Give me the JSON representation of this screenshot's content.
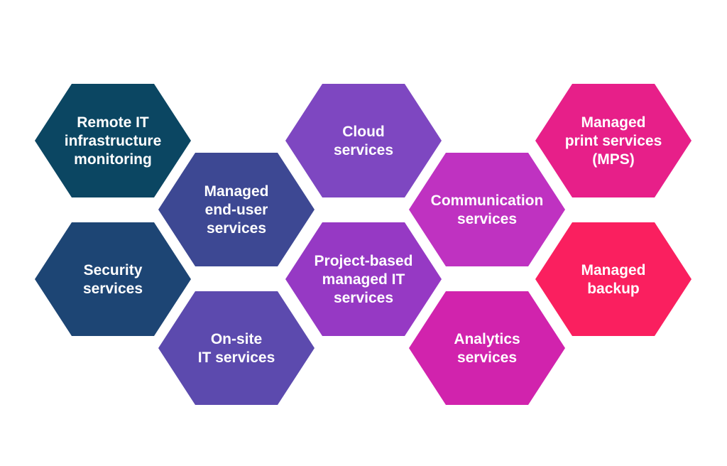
{
  "hexagons": [
    {
      "lines": [
        "Remote IT",
        "infrastructure",
        "monitoring"
      ],
      "color": "#0b4662"
    },
    {
      "lines": [
        "Managed",
        "end-user",
        "services"
      ],
      "color": "#3d4893"
    },
    {
      "lines": [
        "Security",
        "services"
      ],
      "color": "#1d4574"
    },
    {
      "lines": [
        "On-site",
        "IT services"
      ],
      "color": "#5c4aae"
    },
    {
      "lines": [
        "Cloud",
        "services"
      ],
      "color": "#7e47c1"
    },
    {
      "lines": [
        "Project-based",
        "managed IT",
        "services"
      ],
      "color": "#9639c4"
    },
    {
      "lines": [
        "Communication",
        "services"
      ],
      "color": "#bf32c1"
    },
    {
      "lines": [
        "Analytics",
        "services"
      ],
      "color": "#d123ad"
    },
    {
      "lines": [
        "Managed",
        "print services",
        "(MPS)"
      ],
      "color": "#e71f89"
    },
    {
      "lines": [
        "Managed",
        "backup"
      ],
      "color": "#fa1f5f"
    }
  ]
}
